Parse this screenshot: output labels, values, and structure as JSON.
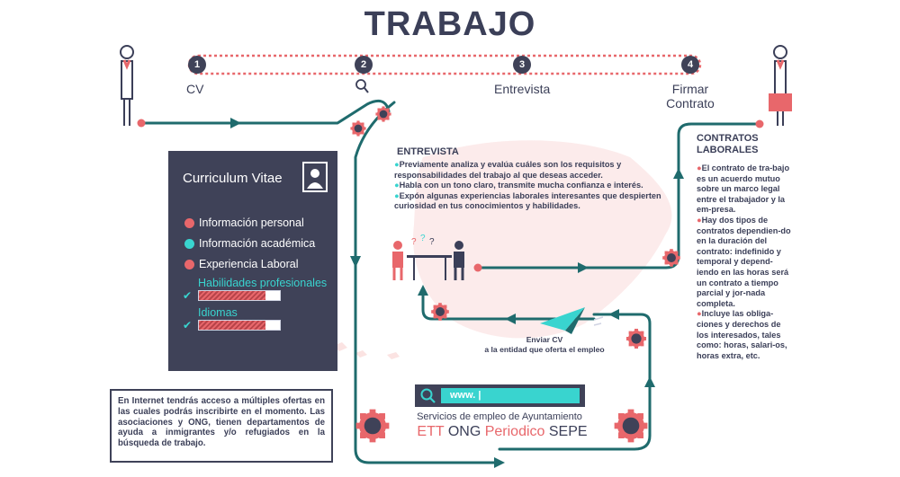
{
  "title": "TRABAJO",
  "steps": [
    {
      "number": "1",
      "label": "CV"
    },
    {
      "number": "2",
      "label": ""
    },
    {
      "number": "3",
      "label": "Entrevista"
    },
    {
      "number": "4",
      "label": "Firmar\nContrato"
    }
  ],
  "cv_card": {
    "title": "Curriculum Vitae",
    "items": [
      {
        "label": "Información personal",
        "color": "#e8676b"
      },
      {
        "label": "Información académica",
        "color": "#39d4cf"
      },
      {
        "label": "Experiencia Laboral",
        "color": "#e8676b"
      }
    ],
    "skills": [
      {
        "label": "Habilidades profesionales",
        "level": 0.82
      },
      {
        "label": "Idiomas",
        "level": 0.82
      }
    ]
  },
  "entrevista": {
    "title": "ENTREVISTA",
    "bullets": [
      "Previamente analiza y evalúa cuáles son los requisitos y responsabilidades del trabajo al que deseas acceder.",
      "Habla con un tono claro, transmite mucha confianza e interés.",
      "Expón algunas experiencias laborales interesantes que despierten curiosidad en tus conocimientos y habilidades."
    ]
  },
  "contratos": {
    "title": "CONTRATOS LABORALES",
    "bullets": [
      "El contrato de tra-bajo es un acuerdo mutuo sobre un marco legal entre el trabajador y la em-presa.",
      "Hay dos tipos de contratos dependien-do en la duración del contrato: indefinido y temporal y depend-iendo en las horas será un contrato a tiempo parcial y jor-nada completa.",
      "Incluye las obliga-ciones y derechos de los interesados, tales como: horas, salari-os, horas extra, etc."
    ]
  },
  "internet_text": "En Internet tendrás acceso a múltiples ofertas en las cuales podrás inscribirte en el momento. Las asociaciones y ONG, tienen departamentos de ayuda a inmigrantes y/o refugiados en la búsqueda de trabajo.",
  "search": {
    "text": "www. |"
  },
  "services_text": "Servicios de empleo de Ayuntamiento",
  "channels": [
    {
      "label": "ETT",
      "color": "#e8676b"
    },
    {
      "label": "ONG",
      "color": "#3b3f58"
    },
    {
      "label": "Periodico",
      "color": "#e8676b"
    },
    {
      "label": "SEPE",
      "color": "#3b3f58"
    }
  ],
  "enviar_cv": {
    "line1": "Enviar CV",
    "line2": "a la entidad que oferta el empleo"
  },
  "colors": {
    "navy": "#3f4258",
    "teal": "#1f6b6d",
    "coral": "#e8676b",
    "aqua": "#39d4cf",
    "map": "#fbe3e2"
  }
}
